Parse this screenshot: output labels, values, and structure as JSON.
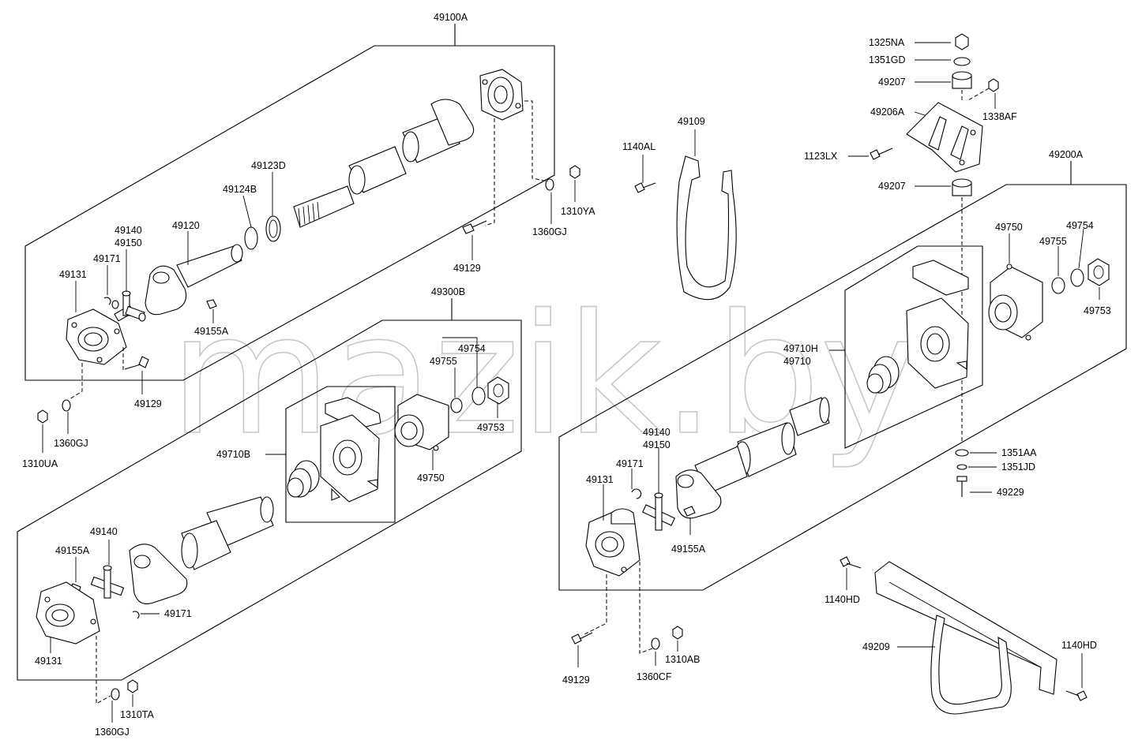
{
  "watermark": "mazik.by",
  "callouts": {
    "p49100A": "49100A",
    "p49300B": "49300B",
    "p49200A": "49200A",
    "p49123D": "49123D",
    "p49124B": "49124B",
    "p49120": "49120",
    "p49140_top": "49140",
    "p49150_top": "49150",
    "p49171_top": "49171",
    "p49131_top": "49131",
    "p49155A_top": "49155A",
    "p49129_top_a": "49129",
    "p49129_top_b": "49129",
    "p1360GJ_top_a": "1360GJ",
    "p1310UA": "1310UA",
    "p1360GJ_top_b": "1360GJ",
    "p1310YA": "1310YA",
    "p1140AL": "1140AL",
    "p49109": "49109",
    "p1325NA": "1325NA",
    "p1351GD": "1351GD",
    "p49207_a": "49207",
    "p49206A": "49206A",
    "p1338AF": "1338AF",
    "p1123LX": "1123LX",
    "p49207_b": "49207",
    "p49754_mid": "49754",
    "p49755_mid": "49755",
    "p49753_mid": "49753",
    "p49750_mid": "49750",
    "p49710B": "49710B",
    "p49140_left": "49140",
    "p49155A_left": "49155A",
    "p49171_left": "49171",
    "p49131_left": "49131",
    "p1310TA": "1310TA",
    "p1360GJ_left": "1360GJ",
    "p49750_right": "49750",
    "p49754_right": "49754",
    "p49755_right": "49755",
    "p49753_right": "49753",
    "p49710H": "49710H",
    "p49710": "49710",
    "p49140_right": "49140",
    "p49150_right": "49150",
    "p49171_right": "49171",
    "p49131_right": "49131",
    "p49155A_right": "49155A",
    "p1351AA": "1351AA",
    "p1351JD": "1351JD",
    "p49229": "49229",
    "p1140HD_a": "1140HD",
    "p49209": "49209",
    "p1140HD_b": "1140HD",
    "p49129_right": "49129",
    "p1360CF": "1360CF",
    "p1310AB": "1310AB"
  }
}
